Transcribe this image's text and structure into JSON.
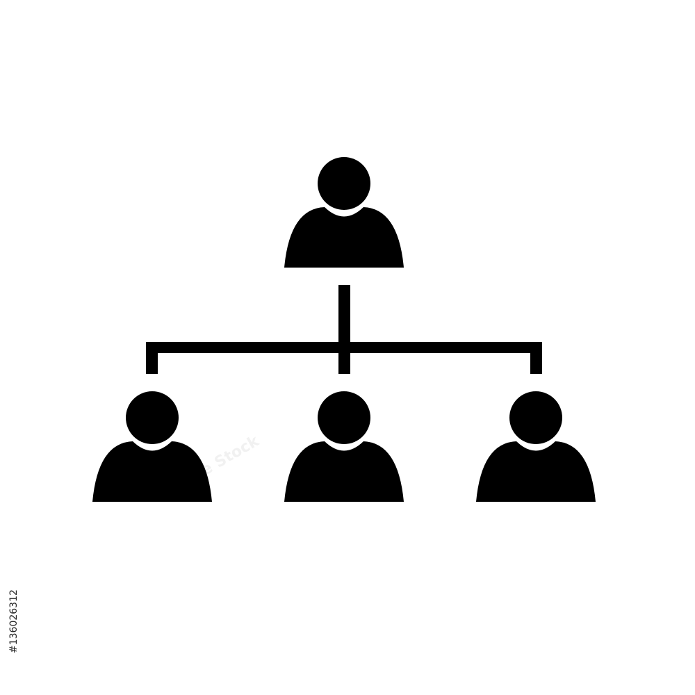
{
  "colors": {
    "figure": "#000000",
    "background": "#ffffff"
  },
  "diagram": {
    "type": "org-chart",
    "nodes": [
      {
        "id": "top",
        "icon": "person-icon",
        "level": 0
      },
      {
        "id": "child-left",
        "icon": "person-icon",
        "level": 1
      },
      {
        "id": "child-center",
        "icon": "person-icon",
        "level": 1
      },
      {
        "id": "child-right",
        "icon": "person-icon",
        "level": 1
      }
    ],
    "edges": [
      {
        "from": "top",
        "to": "child-left"
      },
      {
        "from": "top",
        "to": "child-center"
      },
      {
        "from": "top",
        "to": "child-right"
      }
    ]
  },
  "watermark": {
    "text": "Adobe Stock",
    "id_text": "#136026312"
  }
}
